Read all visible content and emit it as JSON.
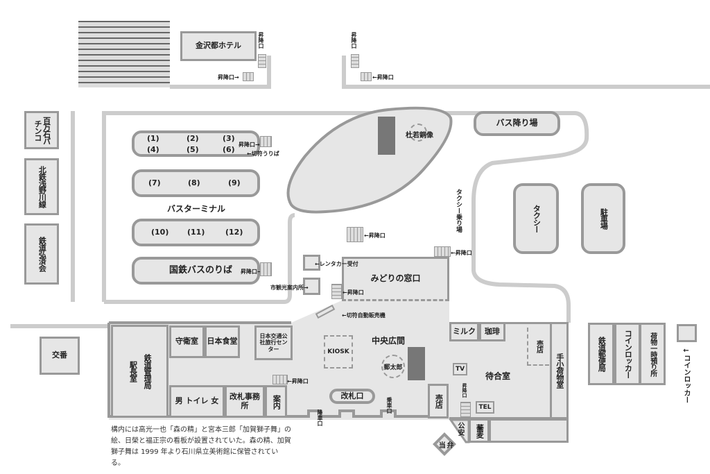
{
  "hotel": {
    "name": "金沢都ホテル"
  },
  "stair_label": "昇降口",
  "stair_label_right": "昇降口→",
  "stair_label_left": "←昇降口",
  "left_buildings": [
    "百万石パチンコ",
    "北鉄浅野川線",
    "鉄道弘済会",
    "交番"
  ],
  "bus": {
    "platforms_row1": [
      "(1)",
      "(2)",
      "(3)"
    ],
    "platforms_row2": [
      "(4)",
      "(5)",
      "(6)"
    ],
    "platforms_row3": [
      "(7)",
      "(8)",
      "(9)"
    ],
    "platforms_row4": [
      "(10)",
      "(11)",
      "(12)"
    ],
    "terminal": "バスターミナル",
    "jnr_bus": "国鉄バスのりば",
    "ticket": "←切符うりば",
    "dropoff": "バス降り場"
  },
  "plaza": {
    "statue": "杜若銅像",
    "taxi_stand": "タクシー乗り場",
    "taxi": "タクシー",
    "parking": "駐車場"
  },
  "rental": "←レンタカー受付",
  "tourist_info": "市観光案内所→",
  "midori": "みどりの窓口",
  "ticket_machine": "←切符自動販売機",
  "station": {
    "stationmaster": "駅長室",
    "railway_office": "鉄道管理局",
    "guard": "守衛室",
    "dining": "日本食堂",
    "jtb": "日本交通公社旅行センター",
    "toilet": "男 トイレ 女",
    "wicket_office": "改札事務所",
    "info": "案内",
    "kiosk": "KIOSK",
    "hall": "中央広間",
    "yutaro": "郵太郎",
    "wicket": "改札口",
    "exit": "降車口",
    "entrance": "乗車口",
    "shop": "売店",
    "milk": "ミルク",
    "coffee": "珈琲",
    "waiting": "待合室",
    "tv": "TV",
    "tel": "TEL",
    "parcel": "手小荷物室",
    "police": "公安",
    "soba": "蕎麦",
    "bento": "弁当"
  },
  "right_buildings": [
    "鉄道郵便局",
    "コインロッカー",
    "荷物一時預り所"
  ],
  "coin_locker": "←コインロッカー",
  "caption": "構内には高光一也「森の精」と宮本三郎「加賀獅子舞」の絵、日榮と福正宗の看板が設置されていた。森の精、加賀獅子舞は 1999 年より石川県立美術館に保管されている。"
}
